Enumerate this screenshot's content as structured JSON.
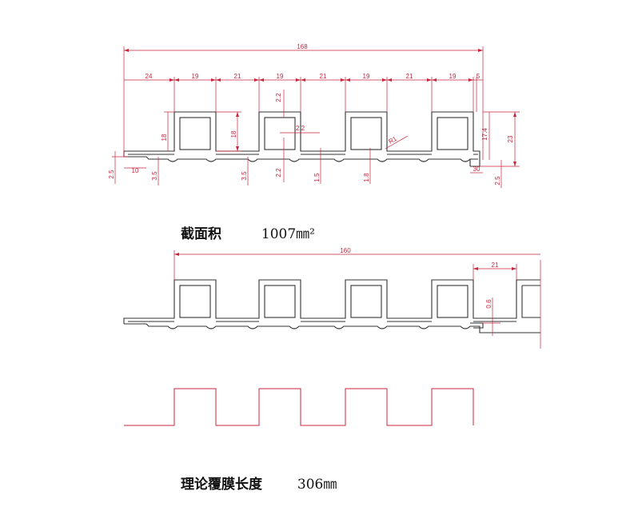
{
  "colors": {
    "dimension": "#c8243c",
    "profile": "#333333",
    "film": "#c8243c",
    "background": "#ffffff"
  },
  "profile_top": {
    "total_width": "168",
    "segments": [
      "24",
      "19",
      "21",
      "19",
      "21",
      "19",
      "21",
      "19",
      "5"
    ],
    "slot_depth_left": "18",
    "slot_depth_right": "18",
    "wall_top": "2.2",
    "wall_side": "2.2",
    "wall_bottom": "2.2",
    "base_left": "2.5",
    "lip_length": "10",
    "base_step": "3.5",
    "groove_depth": "3.5",
    "base_1": "1.5",
    "base_2": "1.8",
    "fillet_radius": "R1",
    "right_height_inner": "17.4",
    "right_height_total": "23",
    "right_tongue": "30",
    "right_base": "2.5"
  },
  "section_area": {
    "label": "截面积",
    "value": "1007㎜²"
  },
  "profile_mid": {
    "total_width": "160",
    "overlap_width": "21",
    "overlap_gap": "0.6"
  },
  "film_length": {
    "label": "理论覆膜长度",
    "value": "306㎜"
  }
}
